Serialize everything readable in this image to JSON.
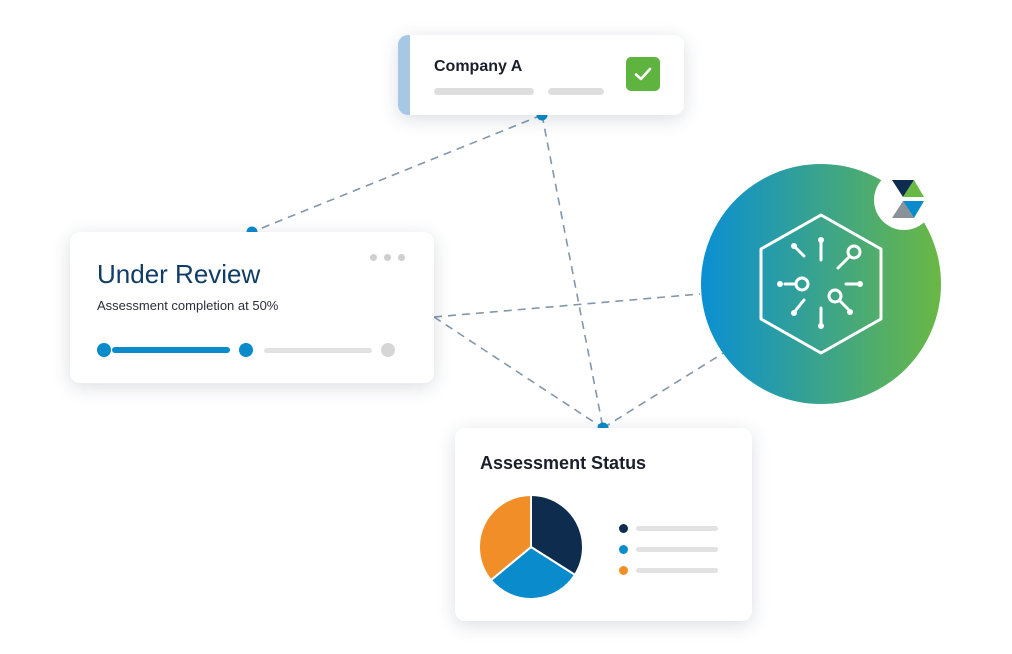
{
  "company_card": {
    "title": "Company A",
    "check_icon": "checkmark-icon",
    "check_color": "#5fb33f",
    "accent_color": "#a6c8e5"
  },
  "review_card": {
    "title": "Under Review",
    "subtitle": "Assessment completion at 50%",
    "progress_fraction": 0.5,
    "menu_icon": "more-dots-icon"
  },
  "status_card": {
    "title": "Assessment Status"
  },
  "brand": {
    "logo_icon": "brand-logo-icon",
    "network_icon": "hexagon-network-icon",
    "gradient_start": "#0a8fd3",
    "gradient_end": "#6ab844"
  },
  "colors": {
    "connector": "#8297ab",
    "node": "#0a8bcc",
    "navy": "#0e2d4e",
    "blue": "#0a8bcc",
    "orange": "#f18e27"
  },
  "chart_data": {
    "type": "pie",
    "values": [
      34,
      30,
      36
    ],
    "colors": [
      "#0e2d4e",
      "#0a8bcc",
      "#f18e27"
    ]
  }
}
